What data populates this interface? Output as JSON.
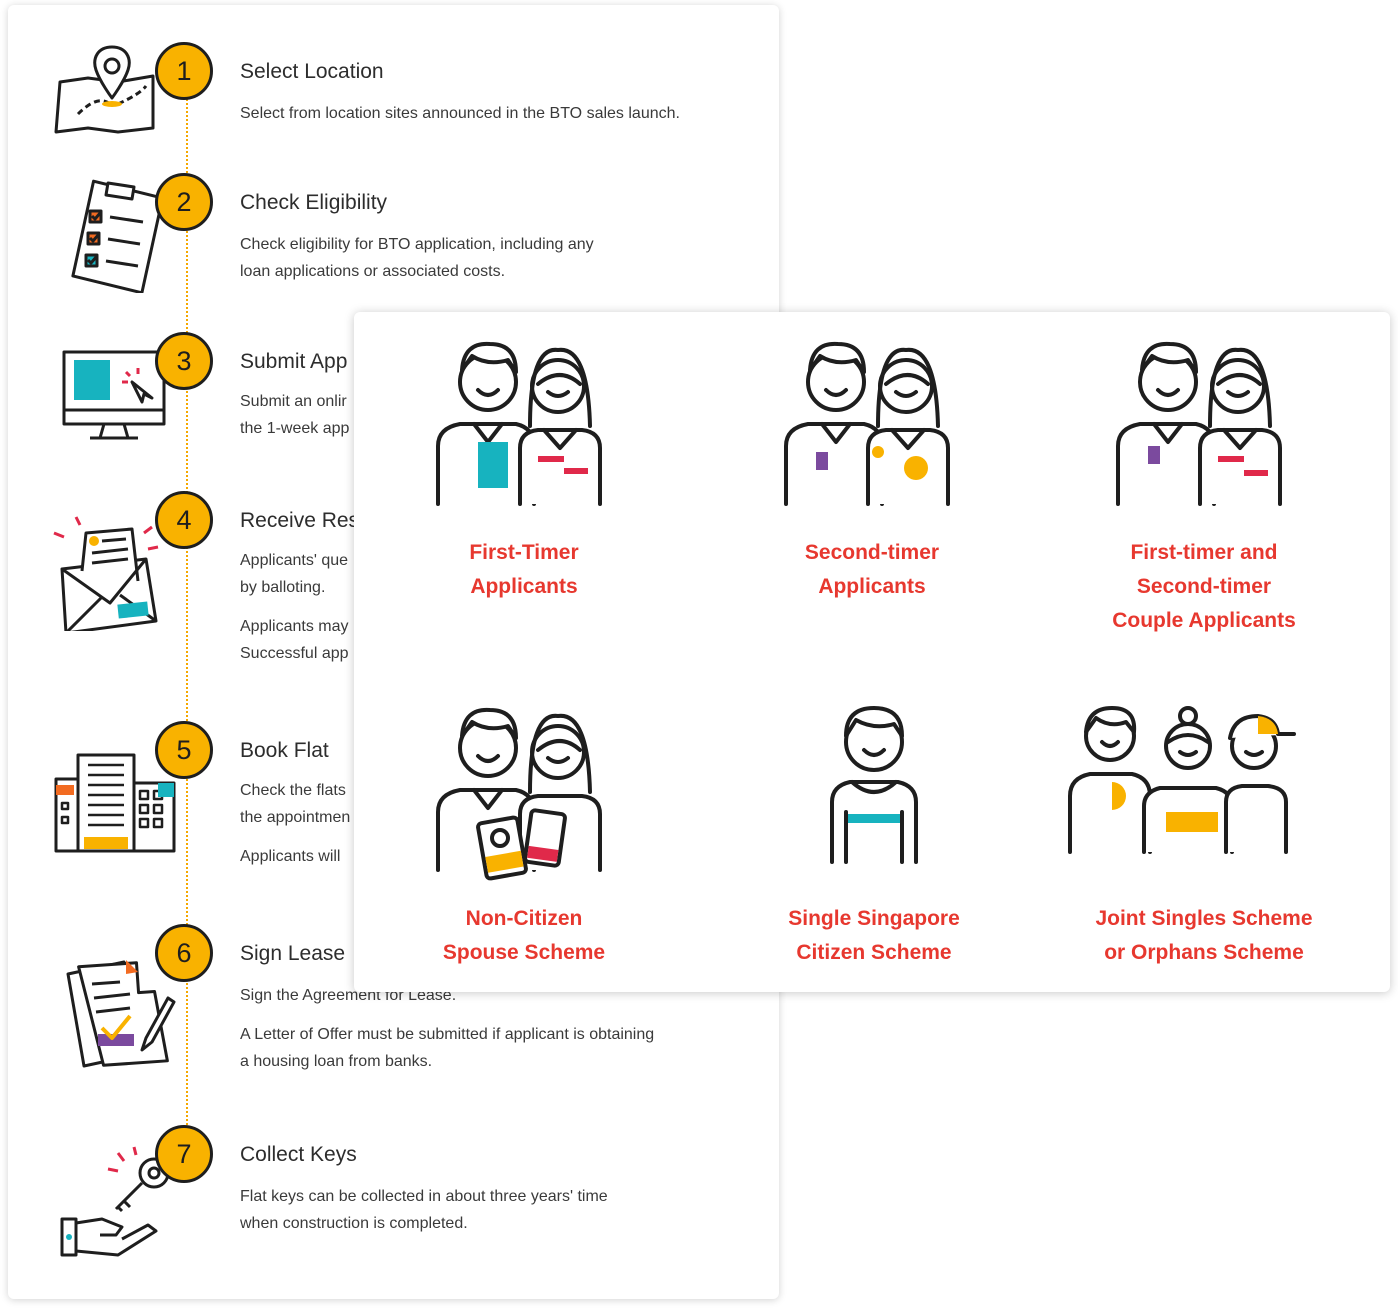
{
  "steps": [
    {
      "number": "1",
      "title": "Select Location",
      "desc": "Select from location sites announced in the BTO sales launch.",
      "icon": "map-pin-icon"
    },
    {
      "number": "2",
      "title": "Check Eligibility",
      "desc": "Check eligibility for BTO application, including any\nloan applications or associated costs.",
      "icon": "clipboard-checklist-icon"
    },
    {
      "number": "3",
      "title": "Submit App",
      "desc": "Submit an onlir\nthe 1-week app",
      "icon": "computer-monitor-icon"
    },
    {
      "number": "4",
      "title": "Receive Res",
      "desc": "Applicants' que\nby balloting.",
      "desc2": "Applicants may\nSuccessful app",
      "icon": "envelope-letter-icon"
    },
    {
      "number": "5",
      "title": "Book Flat",
      "desc": "Check the flats\nthe appointmen",
      "desc2": "Applicants will",
      "icon": "buildings-icon"
    },
    {
      "number": "6",
      "title": "Sign Lease",
      "desc": "Sign the Agreement for Lease.",
      "desc2": "A Letter of Offer must be submitted if applicant is obtaining\na housing loan from banks.",
      "icon": "document-pen-icon"
    },
    {
      "number": "7",
      "title": "Collect Keys",
      "desc": "Flat keys can be collected in about three years' time\nwhen construction is completed.",
      "icon": "hand-key-icon"
    }
  ],
  "schemes": [
    {
      "label": "First-Timer\nApplicants",
      "icon": "couple-icon"
    },
    {
      "label": "Second-timer\nApplicants",
      "icon": "couple-icon"
    },
    {
      "label": "First-timer and\nSecond-timer\nCouple Applicants",
      "icon": "couple-icon"
    },
    {
      "label": "Non-Citizen\nSpouse Scheme",
      "icon": "couple-passport-icon"
    },
    {
      "label": "Single Singapore\nCitizen Scheme",
      "icon": "single-person-icon"
    },
    {
      "label": "Joint Singles Scheme\nor Orphans Scheme",
      "icon": "group-icon"
    }
  ],
  "colors": {
    "badge": "#f9b200",
    "scheme_label": "#e7382f",
    "accent_teal": "#17b3bf",
    "accent_red": "#e0294a",
    "accent_purple": "#7b4a9e",
    "accent_orange": "#f26b21"
  }
}
